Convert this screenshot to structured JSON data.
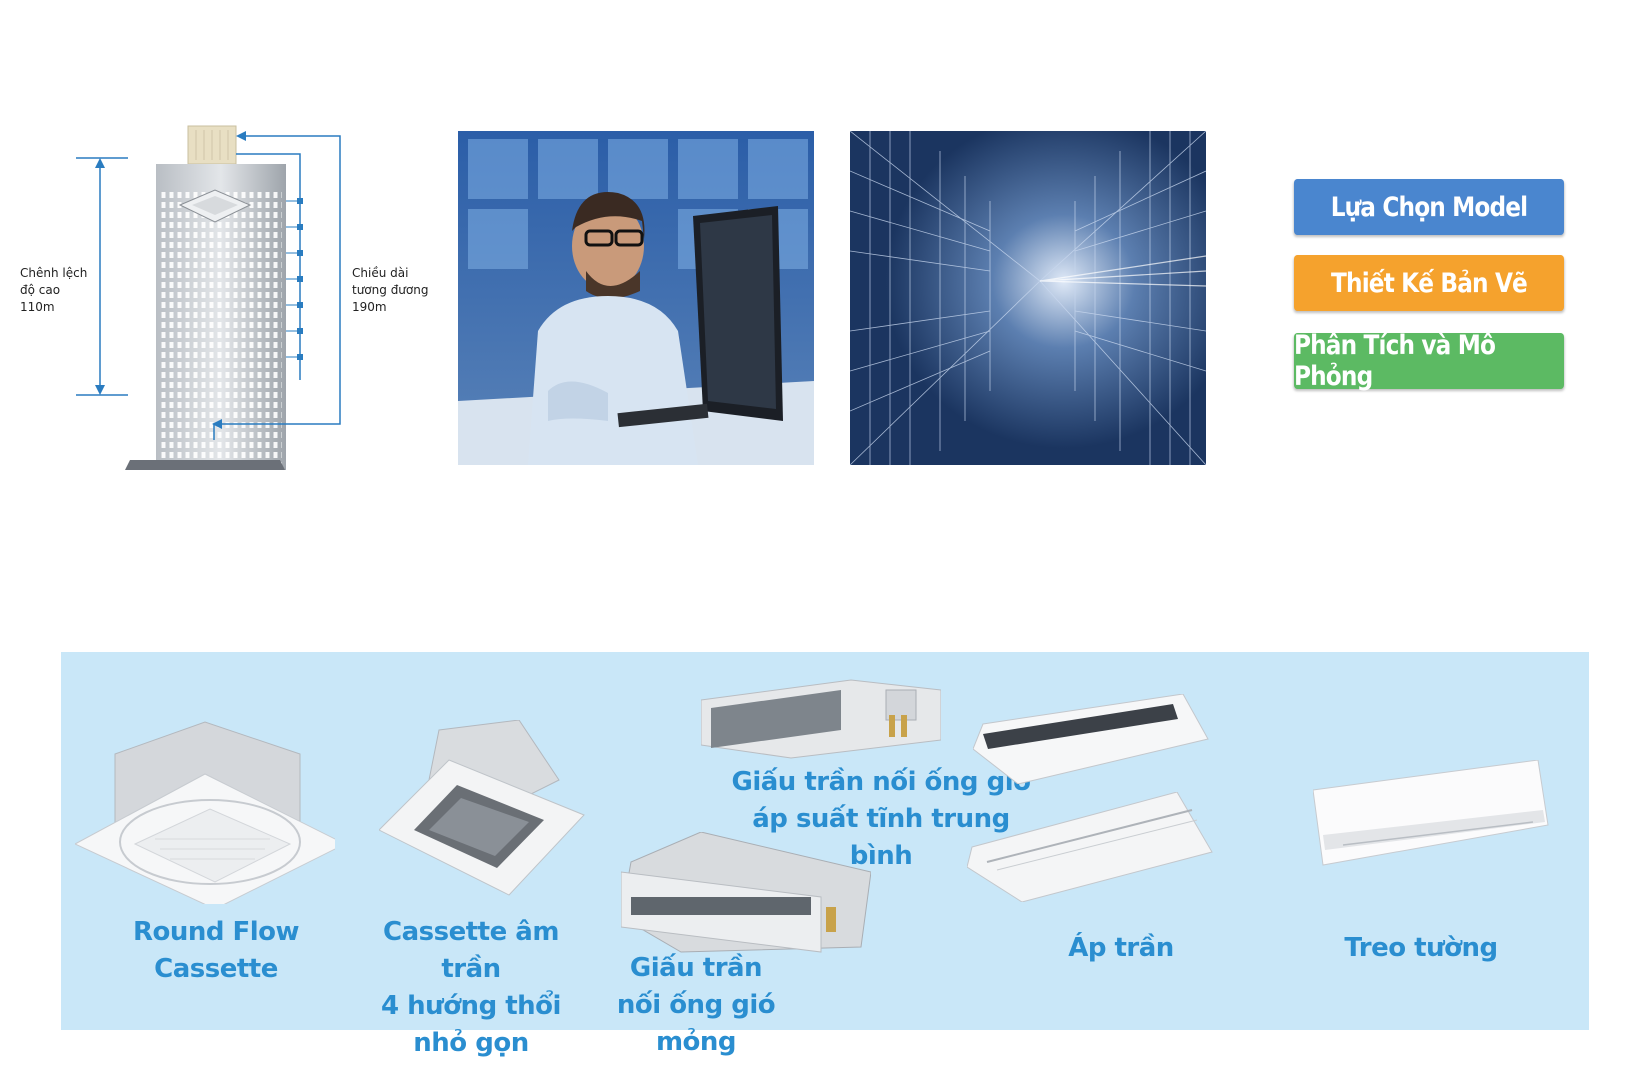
{
  "diagram": {
    "height_label": "Chênh lệch\nđộ cao\n110m",
    "length_label": "Chiều dài\ntương đương\n190m"
  },
  "buttons": [
    {
      "label": "Lựa Chọn Model",
      "color": "#4a86cf"
    },
    {
      "label": "Thiết Kế Bản Vẽ",
      "color": "#f5a22d"
    },
    {
      "label": "Phân Tích và Mô Phỏng",
      "color": "#5cba63"
    }
  ],
  "products": [
    {
      "label": "Round Flow\nCassette",
      "icon": "round-flow-cassette-unit"
    },
    {
      "label": "Cassette âm trần\n4 hướng thổi\nnhỏ gọn",
      "icon": "compact-cassette-unit"
    },
    {
      "label": "Giấu trần nối ống gió\náp suất tĩnh trung bình",
      "icon": "medium-static-duct-unit"
    },
    {
      "label": "Giấu trần\nnối ống gió mỏng",
      "icon": "slim-duct-unit"
    },
    {
      "label": "Áp trần",
      "icon": "ceiling-suspended-unit"
    },
    {
      "label": "Treo tường",
      "icon": "wall-mounted-unit"
    }
  ],
  "colors": {
    "panel_bg": "#c9e7f8",
    "label_blue": "#2a8ed0",
    "diagram_blue": "#2a7cc0"
  }
}
